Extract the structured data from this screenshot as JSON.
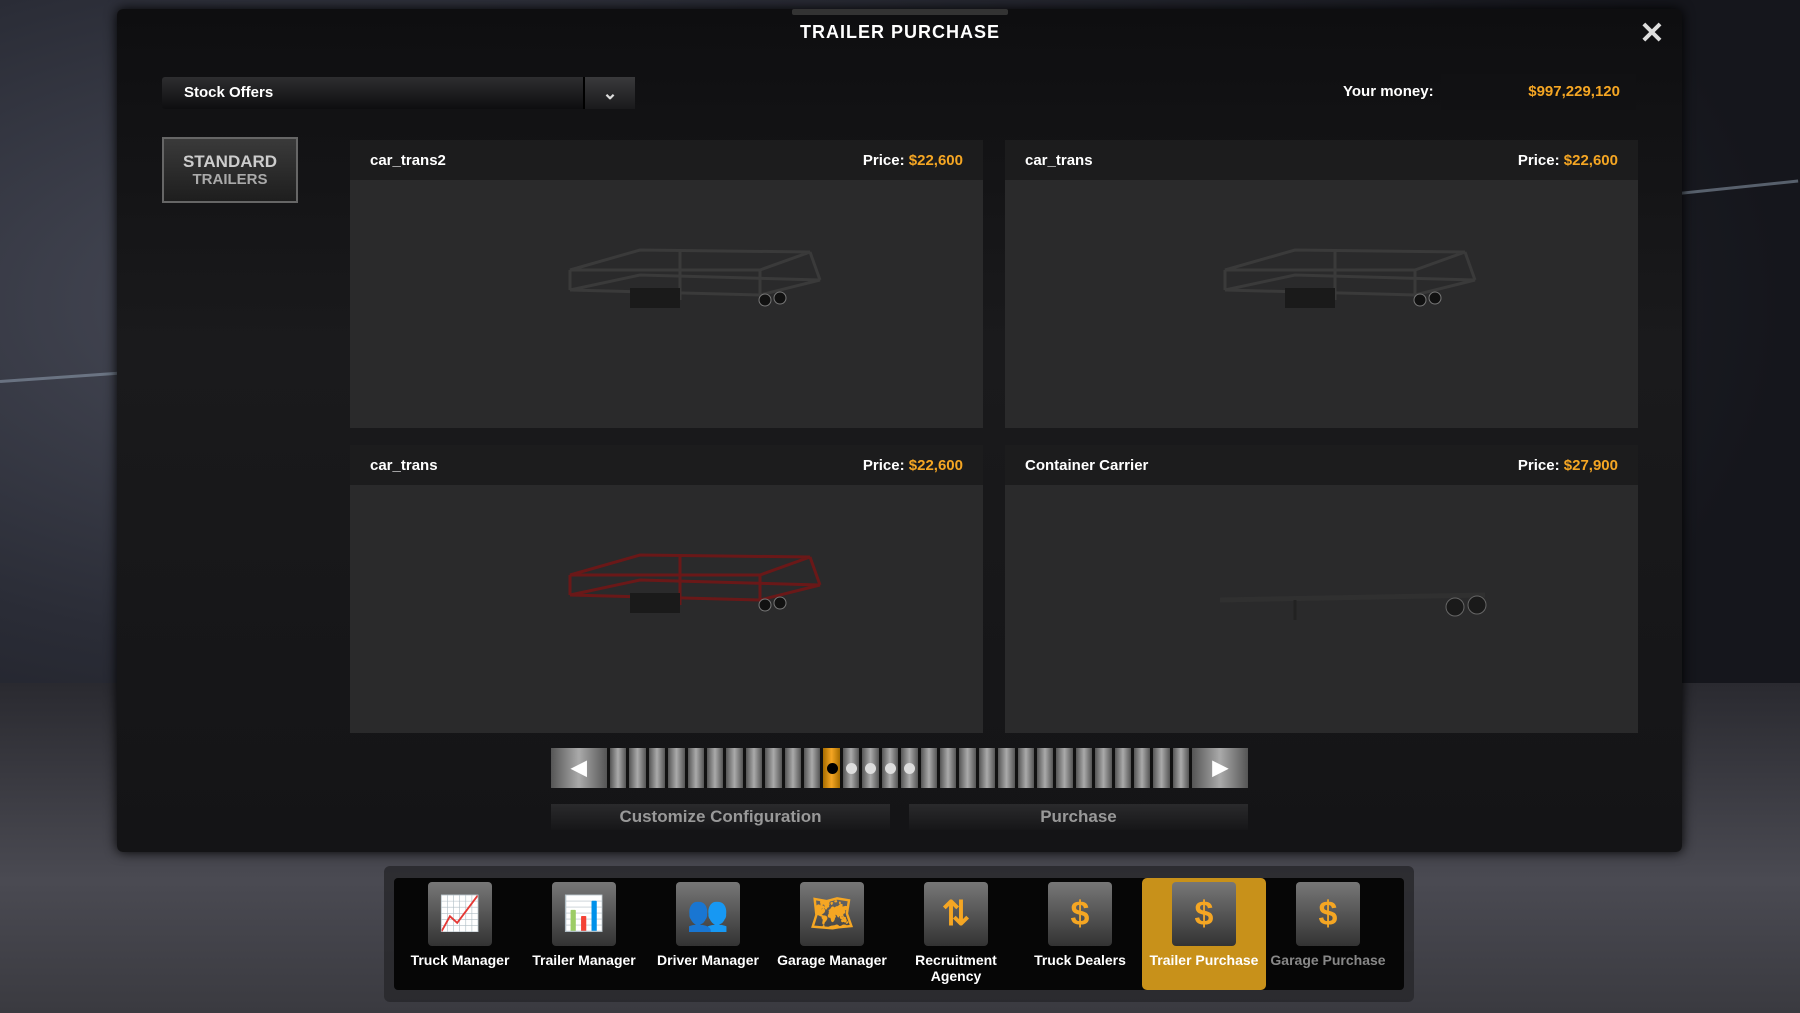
{
  "window": {
    "title": "TRAILER PURCHASE",
    "close_icon": "close-icon"
  },
  "filter": {
    "selected": "Stock Offers"
  },
  "money": {
    "label": "Your money:",
    "value": "$997,229,120"
  },
  "brand": {
    "line1": "STANDARD",
    "line2": "TRAILERS"
  },
  "price_label": "Price:",
  "offers": [
    {
      "name": "car_trans2",
      "price": "$22,600",
      "color": "#3a3a3a"
    },
    {
      "name": "car_trans",
      "price": "$22,600",
      "color": "#3a3a3a"
    },
    {
      "name": "car_trans",
      "price": "$22,600",
      "color": "#6a1818"
    },
    {
      "name": "Container Carrier",
      "price": "$27,900",
      "color": "#303030"
    }
  ],
  "pager": {
    "total": 30,
    "current": 11,
    "visible_dots": [
      12,
      13,
      14,
      15
    ]
  },
  "actions": {
    "customize": "Customize Configuration",
    "purchase": "Purchase"
  },
  "dock": [
    {
      "label": "Truck Manager",
      "icon": "truck-manager-icon"
    },
    {
      "label": "Trailer Manager",
      "icon": "trailer-manager-icon"
    },
    {
      "label": "Driver Manager",
      "icon": "driver-manager-icon"
    },
    {
      "label": "Garage Manager",
      "icon": "garage-manager-icon"
    },
    {
      "label": "Recruitment Agency",
      "icon": "recruitment-agency-icon"
    },
    {
      "label": "Truck Dealers",
      "icon": "truck-dealers-icon"
    },
    {
      "label": "Trailer Purchase",
      "icon": "trailer-purchase-icon",
      "active": true
    },
    {
      "label": "Garage Purchase",
      "icon": "garage-purchase-icon",
      "disabled": true
    }
  ],
  "colors": {
    "accent": "#f5a623"
  }
}
